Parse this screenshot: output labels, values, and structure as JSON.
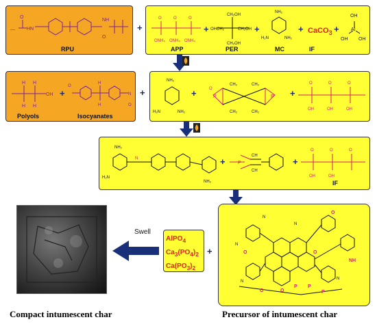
{
  "row1": {
    "rpu_label": "RPU",
    "plus": "+",
    "components": [
      {
        "label": "APP"
      },
      {
        "label": "PER"
      },
      {
        "label": "MC"
      },
      {
        "label": "IF"
      }
    ],
    "caco3": "CaCO",
    "caco3_sub": "3"
  },
  "row2": {
    "polyols_label": "Polyols",
    "isocyanates_label": "Isocyanates",
    "plus": "+"
  },
  "row3": {
    "if_label": "IF",
    "plus": "+"
  },
  "salts": {
    "line1": "AlPO",
    "line1_sub": "4",
    "line2a": "Ca",
    "line2_sub1": "3",
    "line2b": "(PO",
    "line2_sub2": "4",
    "line2c": ")",
    "line2_sub3": "2",
    "line3a": "Ca(PO",
    "line3_sub1": "3",
    "line3b": ")",
    "line3_sub2": "2"
  },
  "swell_label": "Swell",
  "captions": {
    "left": "Compact intumescent char",
    "right": "Precursor of intumescent char"
  },
  "colors": {
    "orange": "#f5a623",
    "yellow": "#ffff33",
    "arrow": "#1a2f7a",
    "pink": "#d6206a",
    "red": "#e02020"
  },
  "icons": [
    "flame-icon",
    "down-arrow",
    "left-arrow"
  ]
}
